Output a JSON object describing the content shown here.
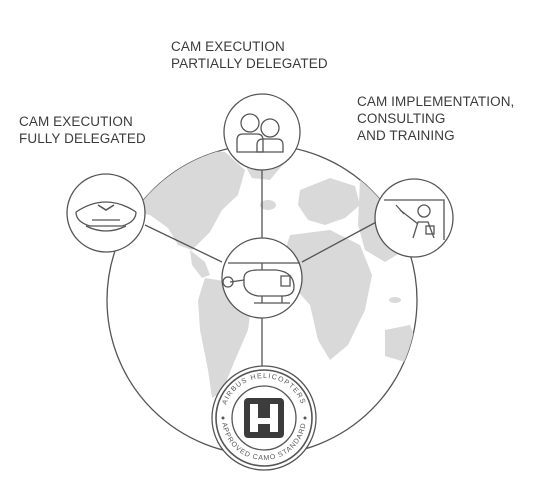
{
  "labels": {
    "top": {
      "line1": "CAM EXECUTION",
      "line2": "PARTIALLY DELEGATED"
    },
    "left": {
      "line1": "CAM EXECUTION",
      "line2": "FULLY DELEGATED"
    },
    "right": {
      "line1": "CAM IMPLEMENTATION,",
      "line2": "CONSULTING",
      "line3": "AND TRAINING"
    }
  },
  "seal": {
    "ring_top_text": "AIRBUS HELICOPTERS",
    "ring_bottom_text": "APPROVED CAMO STANDARD",
    "emblem": "H-logo"
  },
  "icons": {
    "top": "people-icon",
    "left": "pilot-cap-icon",
    "right": "instructor-board-icon",
    "center": "helicopter-icon"
  },
  "colors": {
    "stroke": "#555555",
    "world_fill": "#dcdcdc",
    "ocean_fill": "#ffffff",
    "text": "#3b3b3b",
    "emblem": "#3c3c3c"
  }
}
